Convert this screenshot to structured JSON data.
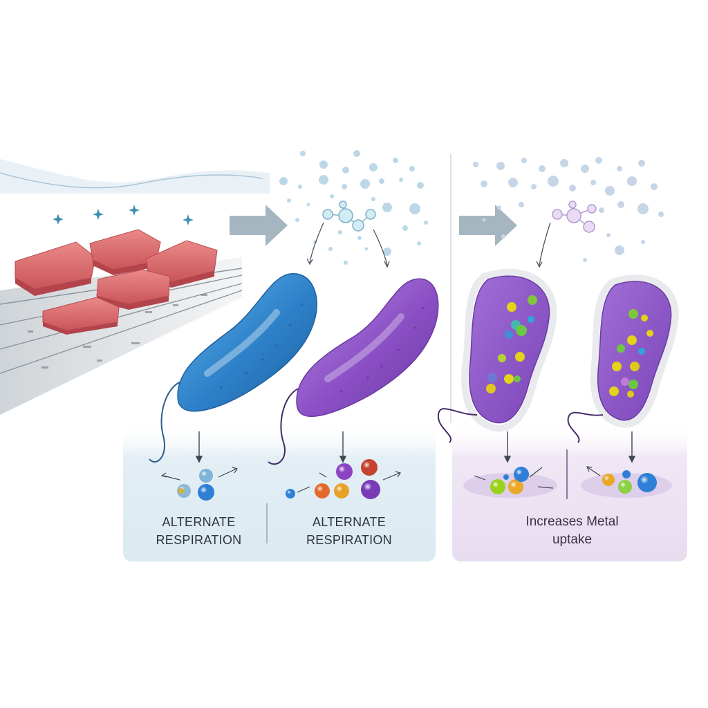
{
  "panels": [
    {
      "id": "source",
      "subject": "meat-slices-on-conveyor"
    },
    {
      "id": "respiration",
      "caption_line1": "ALTERNATE",
      "caption_line1_b": "ALTERNATE",
      "caption_line2": "RESPIRATION",
      "caption_line2_b": "RESPIRATION",
      "background": "#e2eef4"
    },
    {
      "id": "metal",
      "caption_line1": "Increases Metal",
      "caption_line2": "uptake",
      "background": "#ece3f2"
    }
  ],
  "colors": {
    "meat": "#d9666a",
    "bacterium_blue": "#2f86cc",
    "bacterium_purple": "#8d55c8",
    "arrow": "#8fa3b0",
    "particle": "#b9d6e6"
  },
  "captions": {
    "left_1": "ALTERNATE",
    "left_2": "RESPIRATION",
    "mid_1": "ALTERNATE",
    "mid_2": "RESPIRATION",
    "right_1": "Increases Metal",
    "right_2": "uptake"
  }
}
